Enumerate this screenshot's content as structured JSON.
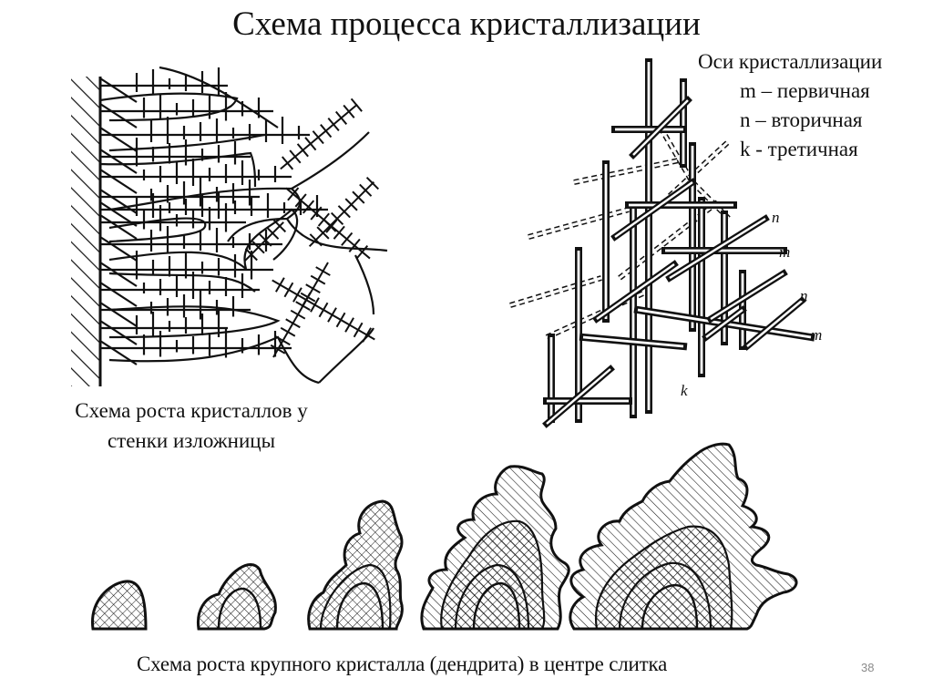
{
  "slide": {
    "title": "Схема процесса кристаллизации",
    "slide_number": "38"
  },
  "legend": {
    "heading": "Оси кристаллизации",
    "items": [
      {
        "symbol": "m",
        "text": "m – первичная"
      },
      {
        "symbol": "n",
        "text": "n – вторичная"
      },
      {
        "symbol": "k",
        "text": "k - третичная"
      }
    ]
  },
  "figures": {
    "wall_growth": {
      "caption_line1": "Схема роста кристаллов у",
      "caption_line2": "стенки изложницы"
    },
    "axes_lattice": {
      "labels": [
        "n",
        "m",
        "n",
        "m",
        "k"
      ]
    },
    "dendrite_growth": {
      "caption": "Схема роста крупного кристалла (дендрита) в центре слитка",
      "stages": 5
    }
  },
  "colors": {
    "ink": "#111111",
    "background": "#ffffff",
    "slide_number": "#8a8a8a"
  }
}
